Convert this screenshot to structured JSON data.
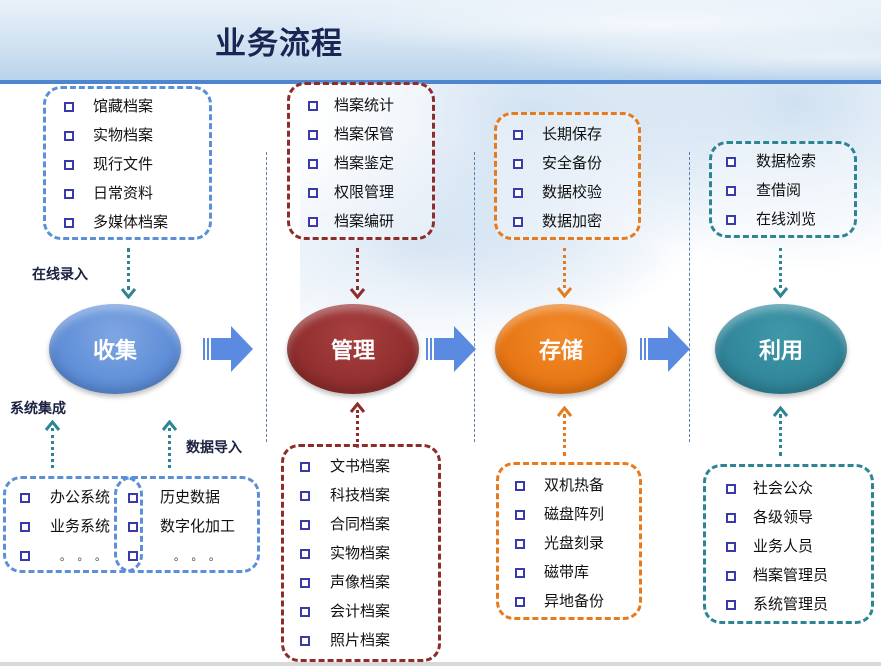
{
  "title": "业务流程",
  "colors": {
    "collect": "#5b8fd8",
    "manage": "#8e2c2c",
    "store": "#e67b1e",
    "use": "#2d8594",
    "flow_arrow": "#5b8be0",
    "title": "#1b2554"
  },
  "stages": [
    {
      "name": "收集"
    },
    {
      "name": "管理"
    },
    {
      "name": "存储"
    },
    {
      "name": "利用"
    }
  ],
  "collect": {
    "top_items": [
      "馆藏档案",
      "实物档案",
      "现行文件",
      "日常资料",
      "多媒体档案"
    ],
    "online_input_label": "在线录入",
    "system_integration_label": "系统集成",
    "data_import_label": "数据导入",
    "systems_items": [
      "办公系统",
      "业务系统",
      "。。。"
    ],
    "import_items": [
      "历史数据",
      "数字化加工",
      "。。。"
    ]
  },
  "manage": {
    "top_items": [
      "档案统计",
      "档案保管",
      "档案鉴定",
      "权限管理",
      "档案编研"
    ],
    "bottom_items": [
      "文书档案",
      "科技档案",
      "合同档案",
      "实物档案",
      "声像档案",
      "会计档案",
      "照片档案"
    ]
  },
  "store": {
    "top_items": [
      "长期保存",
      "安全备份",
      "数据校验",
      "数据加密"
    ],
    "bottom_items": [
      "双机热备",
      "磁盘阵列",
      "光盘刻录",
      "磁带库",
      "异地备份"
    ]
  },
  "use": {
    "top_items": [
      "数据检索",
      "查借阅",
      "在线浏览"
    ],
    "bottom_items": [
      "社会公众",
      "各级领导",
      "业务人员",
      "档案管理员",
      "系统管理员"
    ]
  }
}
